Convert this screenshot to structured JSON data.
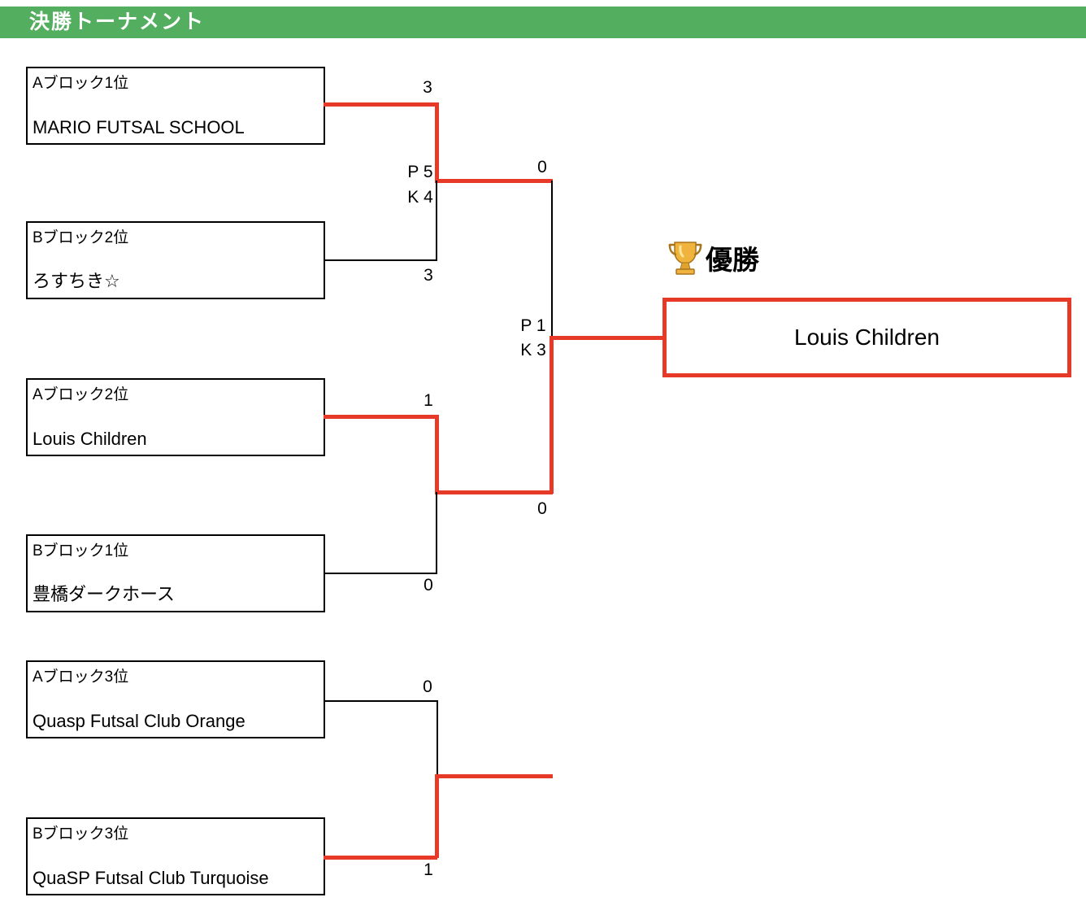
{
  "header": {
    "title": "決勝トーナメント"
  },
  "colors": {
    "header_bg": "#54ae5f",
    "winner_path": "#e73928",
    "line": "#000000"
  },
  "champion": {
    "label": "優勝",
    "icon": "trophy-icon",
    "name": "Louis Children"
  },
  "bracket": {
    "teams": [
      {
        "seed": "Aブロック1位",
        "name": "MARIO FUTSAL SCHOOL"
      },
      {
        "seed": "Bブロック2位",
        "name": "ろすちき☆"
      },
      {
        "seed": "Aブロック2位",
        "name": "Louis Children"
      },
      {
        "seed": "Bブロック1位",
        "name": "豊橋ダークホース"
      },
      {
        "seed": "Aブロック3位",
        "name": "Quasp Futsal Club Orange"
      },
      {
        "seed": "Bブロック3位",
        "name": "QuaSP Futsal Club Turquoise"
      }
    ],
    "scores": {
      "sf1_top": "3",
      "sf1_bottom": "3",
      "sf1_pk_p": "P 5",
      "sf1_pk_k": "K 4",
      "sf2_top": "1",
      "sf2_bottom": "0",
      "final_top": "0",
      "final_bottom": "0",
      "final_pk_p": "P 1",
      "final_pk_k": "K 3",
      "third_top": "0",
      "third_bottom": "1"
    }
  }
}
